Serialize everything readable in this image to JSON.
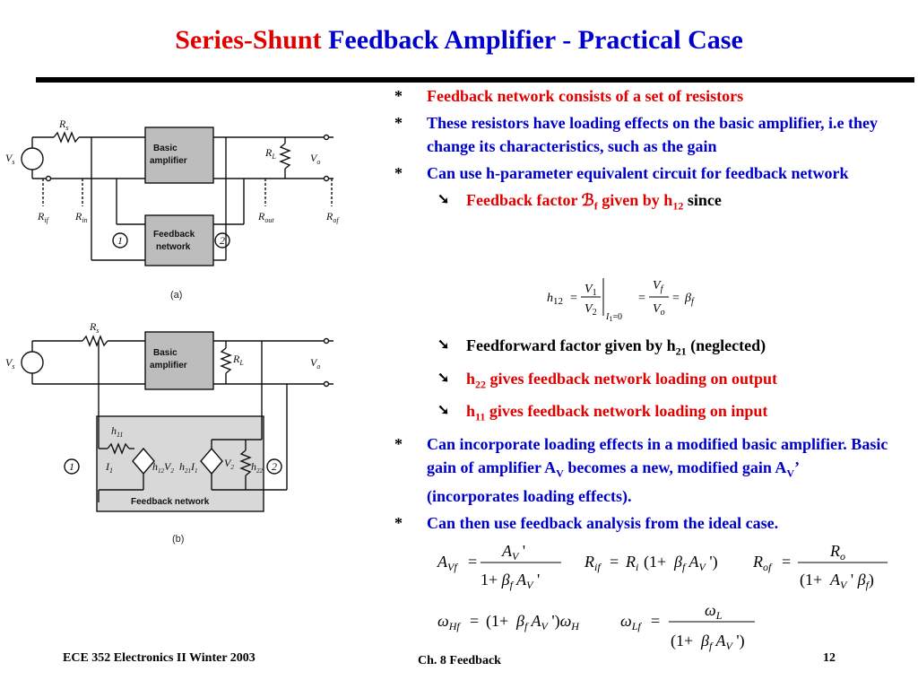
{
  "title": {
    "part1": "Series-Shunt",
    "part2": "Feedback  Amplifier  -  Practical  Case"
  },
  "bullets": {
    "b1": "Feedback network consists of a set of resistors",
    "b2": "These resistors have loading effects on the basic amplifier, i.e they change its characteristics, such as the gain",
    "b3": "Can use h-parameter equivalent circuit for feedback network",
    "s1": {
      "pre": "Feedback factor ",
      "beta": "ℬ",
      "beta_sub": "f",
      "mid": " given by h",
      "h_sub": "12",
      "post": " since"
    },
    "s2": {
      "pre": "Feedforward factor given by h",
      "h_sub": "21",
      "post": " (neglected)"
    },
    "s3": {
      "pre": "h",
      "h_sub": "22",
      "post": " gives feedback network loading on output"
    },
    "s4": {
      "pre": "h",
      "h_sub": "11",
      "post": " gives feedback network loading on input"
    },
    "b4": {
      "pre": "Can incorporate loading effects in a modified basic amplifier.  Basic gain of amplifier A",
      "sub1": "V",
      "mid": " becomes a new, modified gain A",
      "sub2": "V",
      "post": "’ (incorporates loading effects)."
    },
    "b5": "Can then use feedback analysis from the ideal case.",
    "marker_main": "*",
    "marker_sub": "➘"
  },
  "diagram_a": {
    "caption": "(a)",
    "basic_amp": [
      "Basic",
      "amplifier"
    ],
    "feedback_net": [
      "Feedback",
      "network"
    ],
    "labels": {
      "rs": "R",
      "rs_sub": "s",
      "vs": "V",
      "vs_sub": "s",
      "rl": "R",
      "rl_sub": "L",
      "vo": "V",
      "vo_sub": "o",
      "rif": "R",
      "rif_sub": "if",
      "rin": "R",
      "rin_sub": "in",
      "rout": "R",
      "rout_sub": "out",
      "rof": "R",
      "rof_sub": "of",
      "port1": "1",
      "port2": "2"
    }
  },
  "diagram_b": {
    "caption": "(b)",
    "basic_amp": [
      "Basic",
      "amplifier"
    ],
    "feedback_net": "Feedback network",
    "labels": {
      "rs": "R",
      "rs_sub": "s",
      "vs": "V",
      "vs_sub": "s",
      "rl": "R",
      "rl_sub": "L",
      "vo": "V",
      "vo_sub": "o",
      "h11": "h",
      "h11_sub": "11",
      "i1": "I",
      "i1_sub": "1",
      "h12v2": "h",
      "h12v2_sub": "12",
      "h12v2_var": "V",
      "h12v2_var_sub": "2",
      "h21i1": "h",
      "h21i1_sub": "21",
      "h21i1_var": "I",
      "h21i1_var_sub": "1",
      "v2": "V",
      "v2_sub": "2",
      "h22": "h",
      "h22_sub": "22",
      "port1": "1",
      "port2": "2"
    }
  },
  "footer": {
    "left": "ECE 352  Electronics II Winter 2003",
    "center": "Ch. 8 Feedback",
    "right": "12"
  },
  "colors": {
    "title_red": "#e00000",
    "title_blue": "#0000cc",
    "rule": "#000000"
  }
}
